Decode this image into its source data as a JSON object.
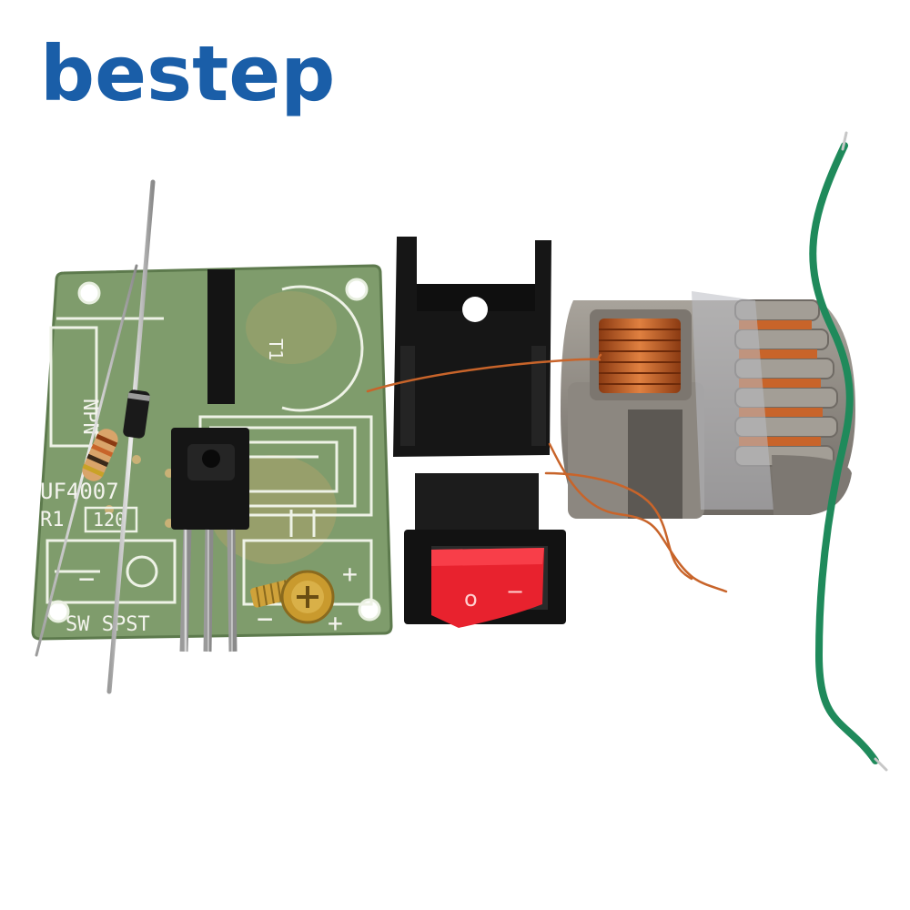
{
  "logo": {
    "text": "bestep",
    "color": "#1a5ea8"
  },
  "pcb": {
    "board_color": "#7f9c6c",
    "labels": {
      "npn": "NPN",
      "diode": "UF4007",
      "resistor": "R1",
      "resistor_value": "120",
      "switch": "SW SPST",
      "transformer": "T1",
      "minus": "−",
      "plus": "+"
    }
  },
  "switch": {
    "mark_off": "o",
    "mark_on": "−",
    "rocker_color": "#e8222e"
  },
  "colors": {
    "copper": "#c8642a",
    "wire_green": "#1f8a5b",
    "heatsink": "#161616"
  }
}
